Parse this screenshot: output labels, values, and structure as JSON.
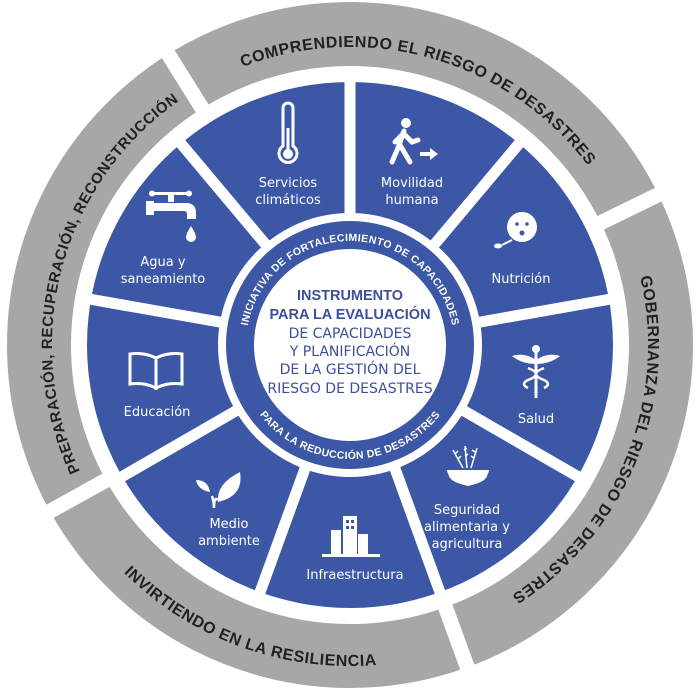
{
  "colors": {
    "blue": "#3c57a5",
    "gray": "#a7a7a7",
    "text_dark": "#231f20",
    "center_text": "#3c4f9c"
  },
  "outer_ring": [
    {
      "label": "COMPRENDIENDO EL RIESGO DE DESASTRES"
    },
    {
      "label": "GOBERNANZA DEL RIESGO DE DESASTRES"
    },
    {
      "label": "INVIRTIENDO EN LA RESILIENCIA"
    },
    {
      "label": "PREPARACIÓN, RECUPERACIÓN, RECONSTRUCCIÓN"
    }
  ],
  "inner_ring": {
    "top": "INICIATIVA DE FORTALECIMIENTO DE CAPACIDADES",
    "bottom": "PARA LA REDUCCIÓN DE DESASTRES"
  },
  "center": {
    "bold_lines": [
      "INSTRUMENTO",
      "PARA LA EVALUACIÓN"
    ],
    "lines": [
      "DE CAPACIDADES",
      "Y PLANIFICACIÓN",
      "DE LA GESTIÓN DEL",
      "RIESGO DE DESASTRES"
    ]
  },
  "sectors": [
    {
      "lines": [
        "Servicios",
        "climáticos"
      ],
      "icon": "thermometer-icon"
    },
    {
      "lines": [
        "Movilidad",
        "humana"
      ],
      "icon": "walking-person-icon"
    },
    {
      "lines": [
        "Nutrición"
      ],
      "icon": "child-spoon-icon"
    },
    {
      "lines": [
        "Salud"
      ],
      "icon": "caduceus-icon"
    },
    {
      "lines": [
        "Seguridad",
        "alimentaria y",
        "agricultura"
      ],
      "icon": "wheat-bowl-icon"
    },
    {
      "lines": [
        "Infraestructura"
      ],
      "icon": "buildings-icon"
    },
    {
      "lines": [
        "Medio",
        "ambiente"
      ],
      "icon": "plant-icon"
    },
    {
      "lines": [
        "Educación"
      ],
      "icon": "open-book-icon"
    },
    {
      "lines": [
        "Agua y",
        "saneamiento"
      ],
      "icon": "water-tap-icon"
    }
  ]
}
